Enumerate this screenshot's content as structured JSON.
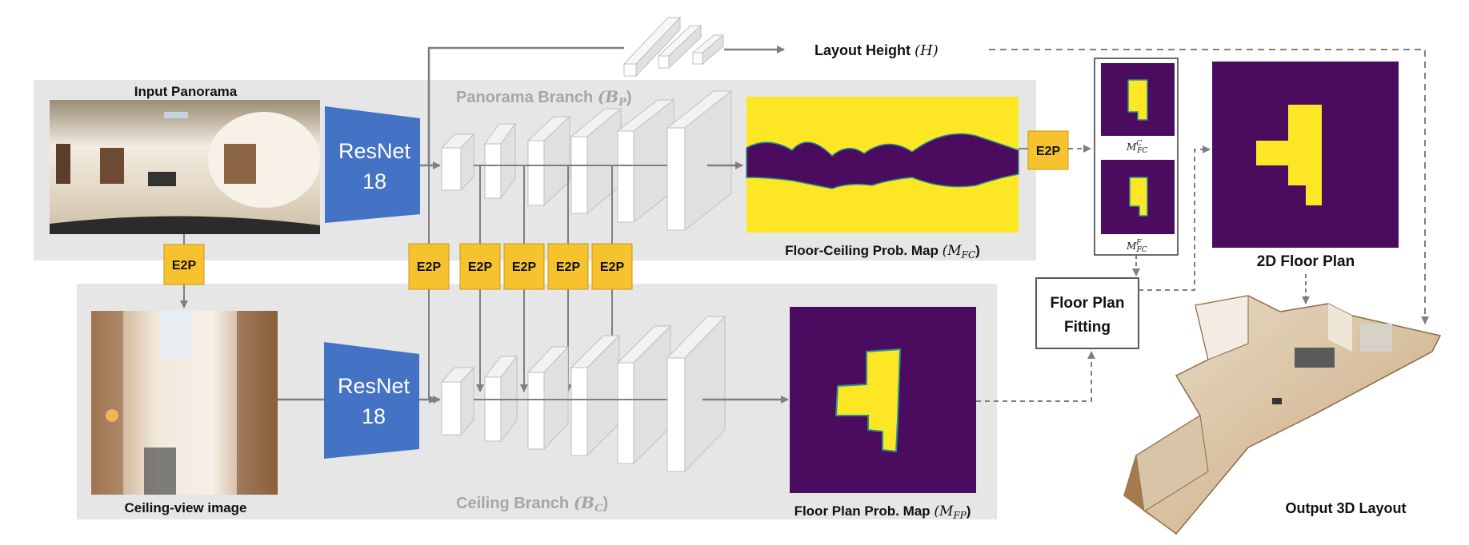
{
  "labels": {
    "input_panorama": "Input Panorama",
    "ceiling_view": "Ceiling-view image",
    "panorama_branch": "Panorama Branch",
    "panorama_branch_sym": "(B",
    "panorama_branch_sub": "P",
    "ceiling_branch": "Ceiling Branch",
    "ceiling_branch_sym": "(B",
    "ceiling_branch_sub": "C",
    "layout_height": "Layout Height",
    "layout_height_sym": "(H)",
    "floor_ceiling_map": "Floor-Ceiling Prob. Map",
    "floor_ceiling_sym": "(M",
    "floor_ceiling_sub": "FC",
    "floor_plan_map": "Floor Plan Prob. Map",
    "floor_plan_sym": "(M",
    "floor_plan_sub": "FP",
    "floor_plan_2d": "2D Floor Plan",
    "output_3d": "Output 3D Layout",
    "fitting_line1": "Floor Plan",
    "fitting_line2": "Fitting",
    "mfc_c": "M",
    "mfc_c_sup": "C",
    "mfc_c_sub": "FC",
    "mfc_f": "M",
    "mfc_f_sup": "F",
    "mfc_f_sub": "FC"
  },
  "encoders": {
    "top_line1": "ResNet",
    "top_line2": "18",
    "bottom_line1": "ResNet",
    "bottom_line2": "18"
  },
  "e2p_label": "E2P",
  "colors": {
    "resnet_blue": "#4472c4",
    "e2p_yellow": "#f6c22e",
    "map_purple": "#4b0c5f",
    "map_yellow": "#fde725",
    "map_teal": "#2a8f8c",
    "panel_gray": "#e7e6e6",
    "arrow_gray": "#7f7f7f"
  }
}
